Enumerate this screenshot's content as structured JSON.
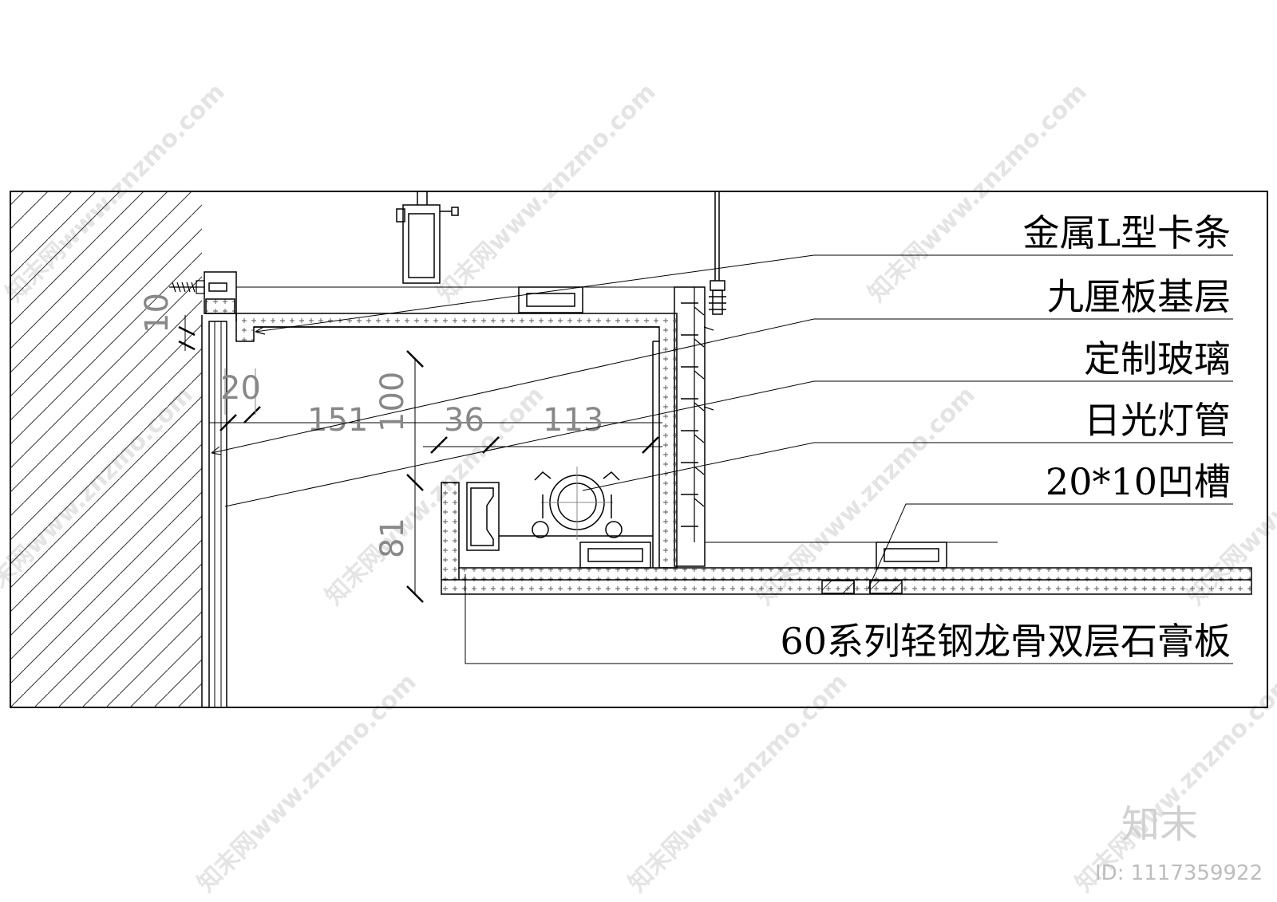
{
  "labels": [
    "金属L型卡条",
    "九厘板基层",
    "定制玻璃",
    "日光灯管",
    "20*10凹槽"
  ],
  "bottom_label": "60系列轻钢龙骨双层石膏板",
  "dimensions": {
    "d10": "10",
    "d20": "20",
    "d151": "151",
    "d100": "100",
    "d36": "36",
    "d113": "113",
    "d81": "81"
  },
  "watermark": "知末网www.znzmo.com",
  "brand": "知末",
  "id_text": "ID: 1117359922"
}
